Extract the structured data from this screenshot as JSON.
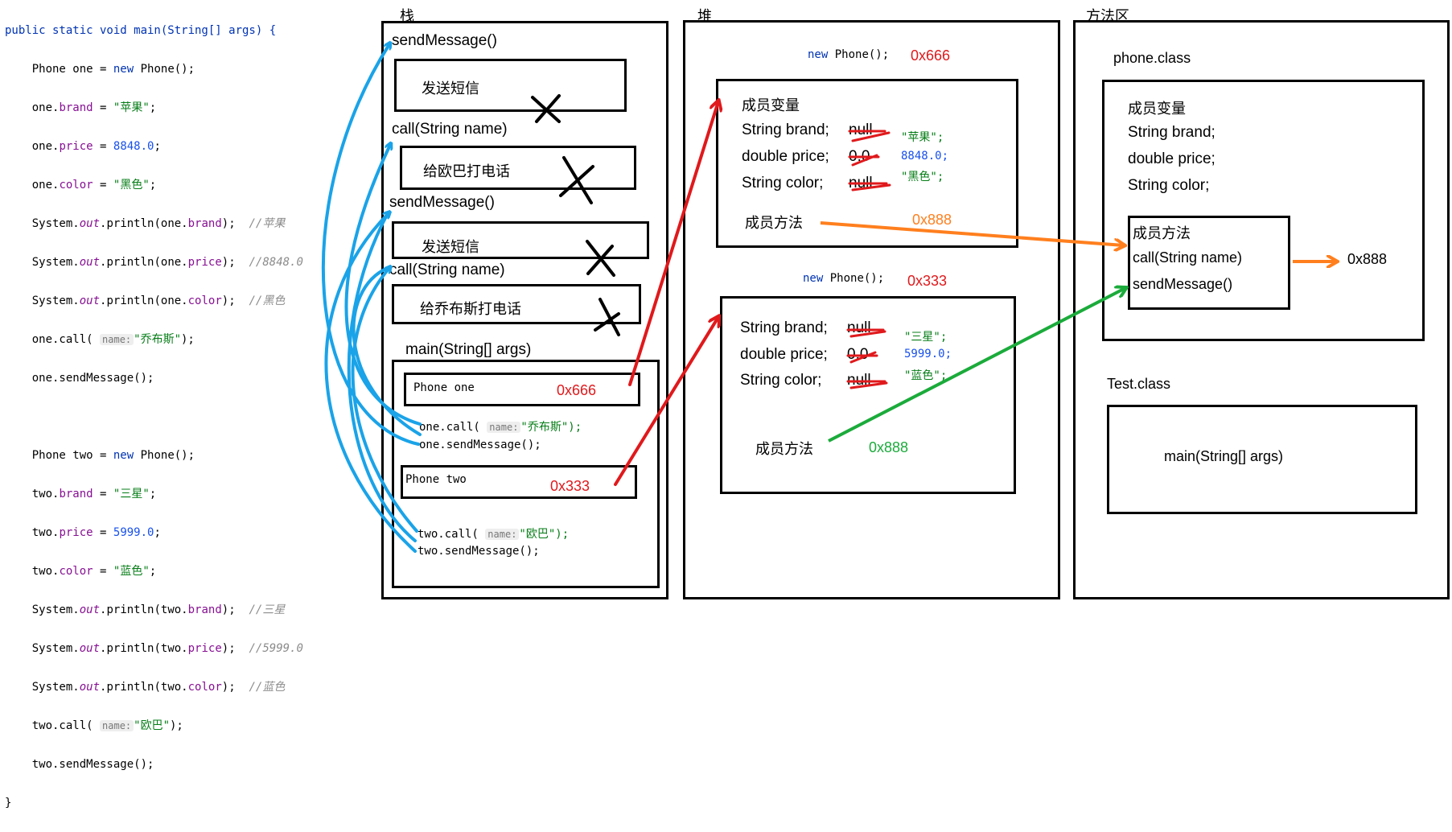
{
  "code": {
    "l1": "public static void main(String[] args) {",
    "l2_a": "Phone one = ",
    "l2_kw": "new",
    "l2_b": " Phone();",
    "l3_a": "one.",
    "l3_f": "brand",
    "l3_b": " = ",
    "l3_s": "\"苹果\"",
    "l3_c": ";",
    "l4_a": "one.",
    "l4_f": "price",
    "l4_b": " = ",
    "l4_n": "8848.0",
    "l4_c": ";",
    "l5_a": "one.",
    "l5_f": "color",
    "l5_b": " = ",
    "l5_s": "\"黑色\"",
    "l5_c": ";",
    "l6_a": "System.",
    "l6_o": "out",
    "l6_b": ".println(one.",
    "l6_f": "brand",
    "l6_c": ");  ",
    "l6_cm": "//苹果",
    "l7_a": "System.",
    "l7_o": "out",
    "l7_b": ".println(one.",
    "l7_f": "price",
    "l7_c": ");  ",
    "l7_cm": "//8848.0",
    "l8_a": "System.",
    "l8_o": "out",
    "l8_b": ".println(one.",
    "l8_f": "color",
    "l8_c": ");  ",
    "l8_cm": "//黑色",
    "l9_a": "one.call( ",
    "l9_h": "name:",
    "l9_s": "\"乔布斯\"",
    "l9_c": ");",
    "l10": "one.sendMessage();",
    "l12_a": "Phone two = ",
    "l12_kw": "new",
    "l12_b": " Phone();",
    "l13_a": "two.",
    "l13_f": "brand",
    "l13_b": " = ",
    "l13_s": "\"三星\"",
    "l13_c": ";",
    "l14_a": "two.",
    "l14_f": "price",
    "l14_b": " = ",
    "l14_n": "5999.0",
    "l14_c": ";",
    "l15_a": "two.",
    "l15_f": "color",
    "l15_b": " = ",
    "l15_s": "\"蓝色\"",
    "l15_c": ";",
    "l16_a": "System.",
    "l16_o": "out",
    "l16_b": ".println(two.",
    "l16_f": "brand",
    "l16_c": ");  ",
    "l16_cm": "//三星",
    "l17_a": "System.",
    "l17_o": "out",
    "l17_b": ".println(two.",
    "l17_f": "price",
    "l17_c": ");  ",
    "l17_cm": "//5999.0",
    "l18_a": "System.",
    "l18_o": "out",
    "l18_b": ".println(two.",
    "l18_f": "color",
    "l18_c": ");  ",
    "l18_cm": "//蓝色",
    "l19_a": "two.call( ",
    "l19_h": "name:",
    "l19_s": "\"欧巴\"",
    "l19_c": ");",
    "l20": "two.sendMessage();",
    "l21": "}"
  },
  "stack": {
    "title": "栈",
    "frames": {
      "send1": "sendMessage()",
      "send1_text": "发送短信",
      "call1": "call(String name)",
      "call1_text": "给欧巴打电话",
      "send2": "sendMessage()",
      "send2_text": "发送短信",
      "call2": "call(String name)",
      "call2_text": "给乔布斯打电话"
    },
    "main": {
      "label": "main(String[] args)",
      "var_one": "Phone one",
      "addr_one": "0x666",
      "call_one_a": "one.call( ",
      "call_one_h": "name:",
      "call_one_s": "\"乔布斯\");",
      "send_one": "one.sendMessage();",
      "var_two": "Phone two",
      "addr_two": "0x333",
      "call_two_a": "two.call( ",
      "call_two_h": "name:",
      "call_two_s": "\"欧巴\");",
      "send_two": "two.sendMessage();"
    }
  },
  "heap": {
    "title": "堆",
    "obj1": {
      "new_kw": "new",
      "new_rest": " Phone();",
      "addr": "0x666",
      "fields_title": "成员变量",
      "brand": "String brand;",
      "brand_old": "null",
      "brand_new": "\"苹果\";",
      "price": "double price;",
      "price_old": "0.0",
      "price_new": "8848.0;",
      "color": "String color;",
      "color_old": "null",
      "color_new": "\"黑色\";",
      "methods": "成员方法",
      "methods_addr": "0x888"
    },
    "obj2": {
      "new_kw": "new",
      "new_rest": " Phone();",
      "addr": "0x333",
      "brand": "String brand;",
      "brand_old": "null",
      "brand_new": "\"三星\";",
      "price": "double price;",
      "price_old": "0.0",
      "price_new": "5999.0;",
      "color": "String color;",
      "color_old": "null",
      "color_new": "\"蓝色\";",
      "methods": "成员方法",
      "methods_addr": "0x888"
    }
  },
  "method_area": {
    "title": "方法区",
    "phone_class": "phone.class",
    "fields_title": "成员变量",
    "brand": "String brand;",
    "price": "double price;",
    "color": "String color;",
    "methods_title": "成员方法",
    "call": "call(String name)",
    "send": "sendMessage()",
    "methods_addr": "0x888",
    "test_class": "Test.class",
    "main": "main(String[] args)"
  },
  "colors": {
    "stack_arrow": "#1aa3e8",
    "heap_arrow": "#e0191c",
    "orange_arrow": "#ff7f1e",
    "green_arrow": "#1bab3b"
  }
}
